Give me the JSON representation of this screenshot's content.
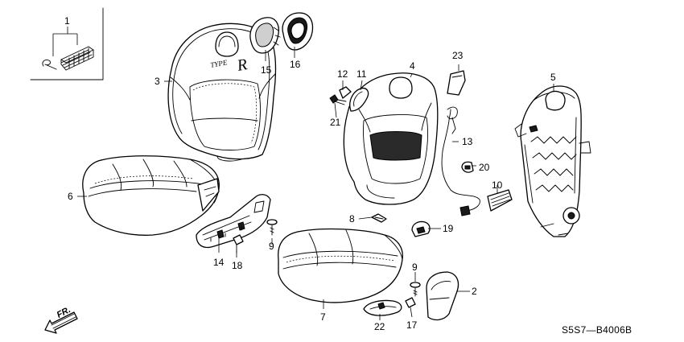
{
  "diagram": {
    "parts": [
      {
        "id": "1",
        "label": "1"
      },
      {
        "id": "2",
        "label": "2"
      },
      {
        "id": "3",
        "label": "3"
      },
      {
        "id": "4",
        "label": "4"
      },
      {
        "id": "5",
        "label": "5"
      },
      {
        "id": "6",
        "label": "6"
      },
      {
        "id": "7",
        "label": "7"
      },
      {
        "id": "8",
        "label": "8"
      },
      {
        "id": "9a",
        "label": "9"
      },
      {
        "id": "9b",
        "label": "9"
      },
      {
        "id": "10",
        "label": "10"
      },
      {
        "id": "11",
        "label": "11"
      },
      {
        "id": "12",
        "label": "12"
      },
      {
        "id": "13",
        "label": "13"
      },
      {
        "id": "14",
        "label": "14"
      },
      {
        "id": "15",
        "label": "15"
      },
      {
        "id": "16",
        "label": "16"
      },
      {
        "id": "17",
        "label": "17"
      },
      {
        "id": "18",
        "label": "18"
      },
      {
        "id": "19",
        "label": "19"
      },
      {
        "id": "20",
        "label": "20"
      },
      {
        "id": "21",
        "label": "21"
      },
      {
        "id": "22",
        "label": "22"
      },
      {
        "id": "23",
        "label": "23"
      }
    ],
    "seat_logo": "TYPE R",
    "direction_label": "FR.",
    "diagram_code": "S5S7—B4006B"
  }
}
